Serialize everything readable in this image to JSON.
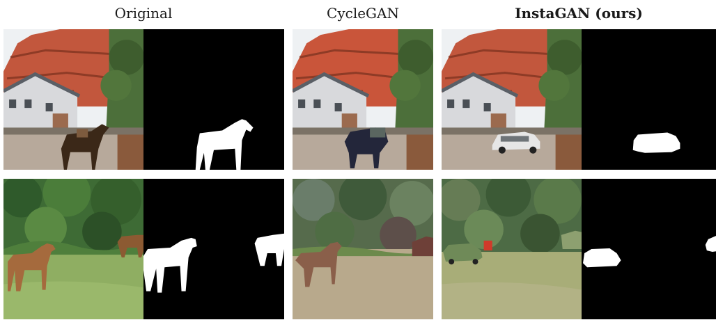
{
  "figure": {
    "headers": {
      "original": "Original",
      "cyclegan": "CycleGAN",
      "instagan": "InstaGAN (ours)"
    },
    "rows": [
      {
        "scene": "canyon-house-horse",
        "original_content": "horse",
        "cyclegan_content": "distorted-horse",
        "instagan_content": "car"
      },
      {
        "scene": "grass-field-horses",
        "original_content": "horses",
        "cyclegan_content": "distorted-horses",
        "instagan_content": "cars"
      }
    ]
  },
  "colors": {
    "sky": "#eef1f3",
    "cliff": "#c2573d",
    "foliage": "#4c6f3a",
    "ground": "#b7a99b",
    "grass": "#8fae62",
    "mask_background": "#000000",
    "mask_foreground": "#ffffff",
    "horse": "#3b2818",
    "foal": "#a56a3d",
    "car": "#e6e6e6"
  }
}
